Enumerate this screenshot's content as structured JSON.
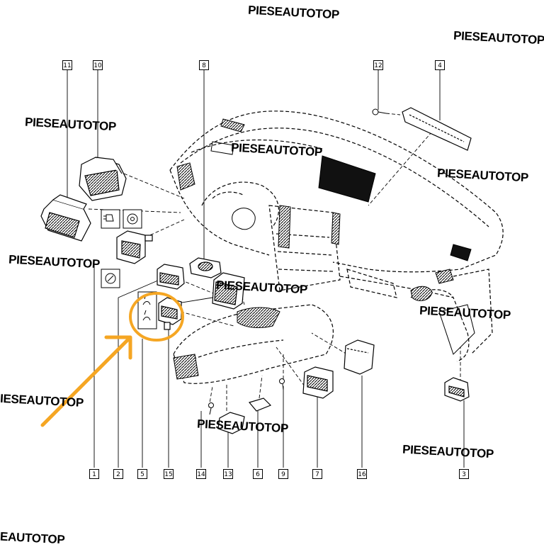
{
  "watermark": "PIESEAUTOTOP",
  "watermark_partial_left": "IESEAUTOTOP",
  "watermark_partial_bottom": "EAUTOTOP",
  "callouts": {
    "c1": "1",
    "c2": "2",
    "c3": "3",
    "c4": "4",
    "c5": "5",
    "c6": "6",
    "c7": "7",
    "c8": "8",
    "c9": "9",
    "c10": "10",
    "c11": "11",
    "c12": "12",
    "c13": "13",
    "c14": "14",
    "c15": "15",
    "c16": "16"
  },
  "colors": {
    "highlight": "#f5a623",
    "line": "#000000"
  }
}
